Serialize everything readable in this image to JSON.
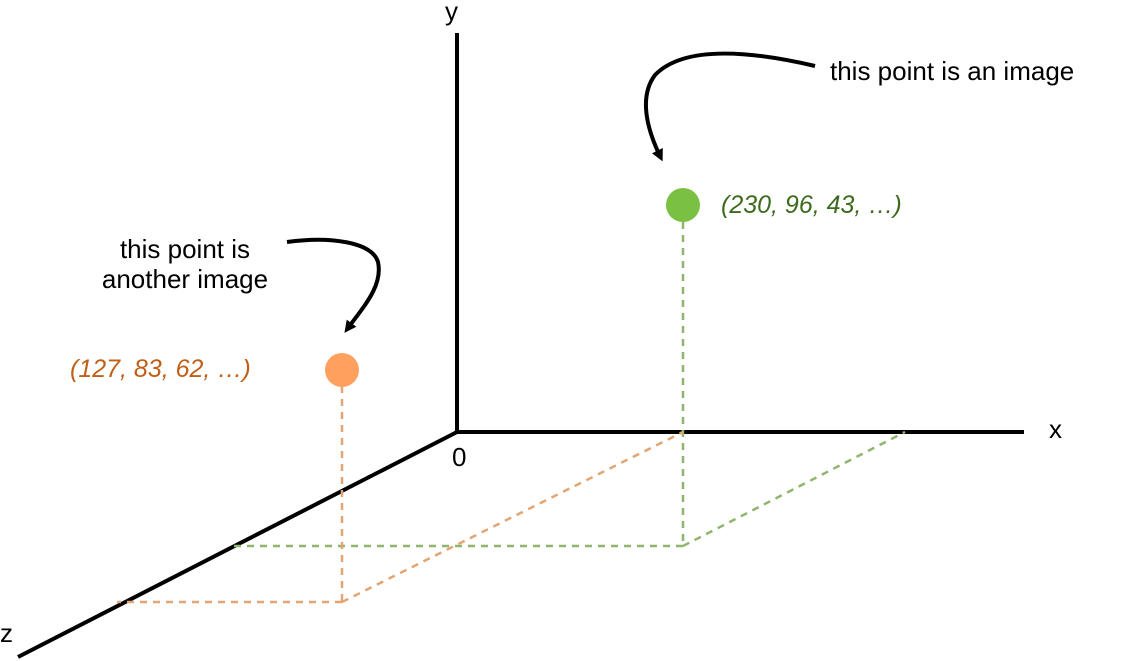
{
  "axes": {
    "x_label": "x",
    "y_label": "y",
    "z_label": "z",
    "origin_label": "0"
  },
  "points": {
    "green": {
      "coords": "(230, 96, 43, …)",
      "color": "#7ac143",
      "text_color": "#3d6b1e",
      "guide_color": "#8fb56e"
    },
    "orange": {
      "coords": "(127, 83, 62, …)",
      "color": "#ffa05f",
      "text_color": "#c05f17",
      "guide_color": "#e2a574"
    }
  },
  "annotations": {
    "green_note": "this point is an image",
    "orange_note_line1": "this point is",
    "orange_note_line2": "another image"
  },
  "colors": {
    "axis": "#000000",
    "arrow": "#000000",
    "background": "#ffffff"
  }
}
